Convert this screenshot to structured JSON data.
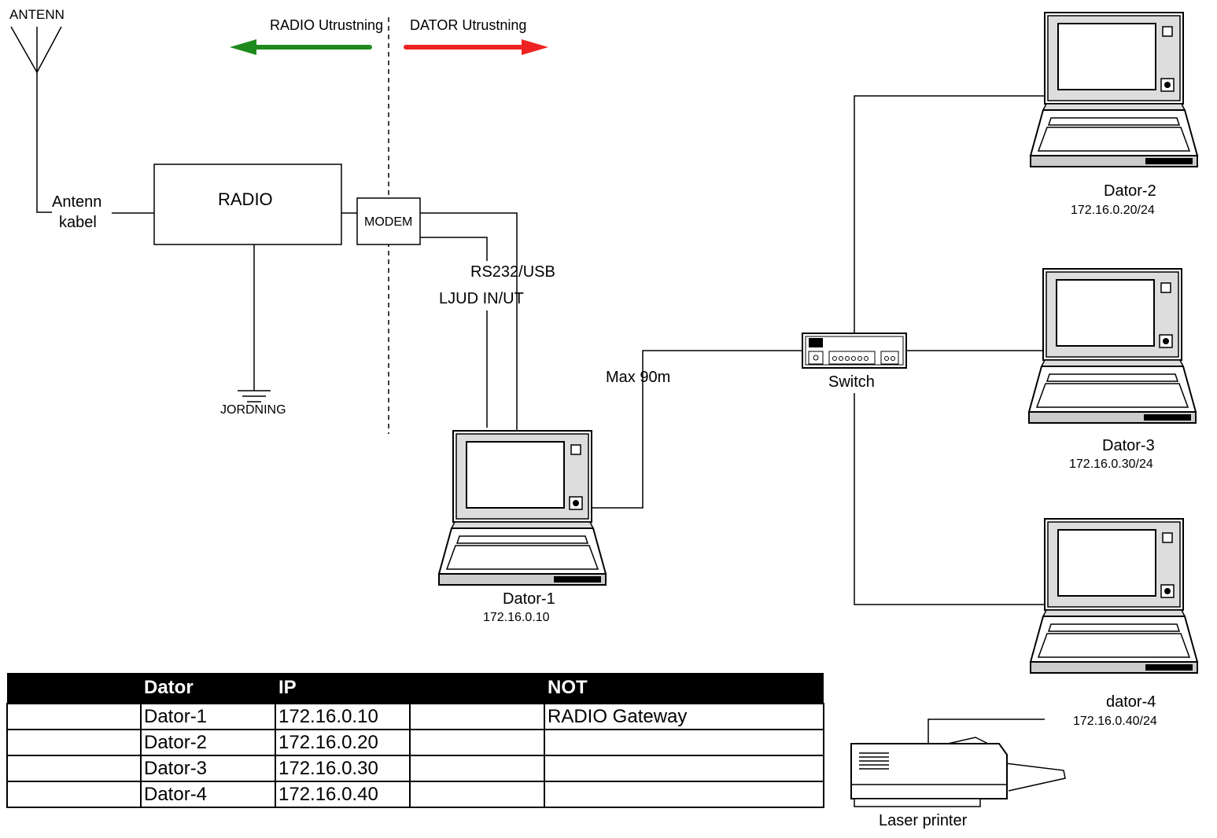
{
  "labels": {
    "antenna": "ANTENN",
    "radio_equipment": "RADIO Utrustning",
    "computer_equipment": "DATOR Utrustning",
    "antenna_cable_line1": "Antenn",
    "antenna_cable_line2": "kabel",
    "radio": "RADIO",
    "modem": "MODEM",
    "rs232": "RS232/USB",
    "audio": "LJUD IN/UT",
    "grounding": "JORDNING",
    "max_distance": "Max 90m",
    "switch": "Switch",
    "printer": "Laser printer"
  },
  "computers": [
    {
      "name": "Dator-1",
      "ip": "172.16.0.10"
    },
    {
      "name": "Dator-2",
      "ip": "172.16.0.20/24"
    },
    {
      "name": "Dator-3",
      "ip": "172.16.0.30/24"
    },
    {
      "name": "dator-4",
      "ip": "172.16.0.40/24"
    }
  ],
  "colors": {
    "radio_arrow": "#1e8a1e",
    "computer_arrow": "#ee2222"
  },
  "table": {
    "headers": [
      "",
      "Dator",
      "IP",
      "",
      "NOT"
    ],
    "rows": [
      [
        "",
        "Dator-1",
        "172.16.0.10",
        "",
        "RADIO Gateway"
      ],
      [
        "",
        "Dator-2",
        "172.16.0.20",
        "",
        ""
      ],
      [
        "",
        "Dator-3",
        "172.16.0.30",
        "",
        ""
      ],
      [
        "",
        "Dator-4",
        "172.16.0.40",
        "",
        ""
      ]
    ]
  }
}
